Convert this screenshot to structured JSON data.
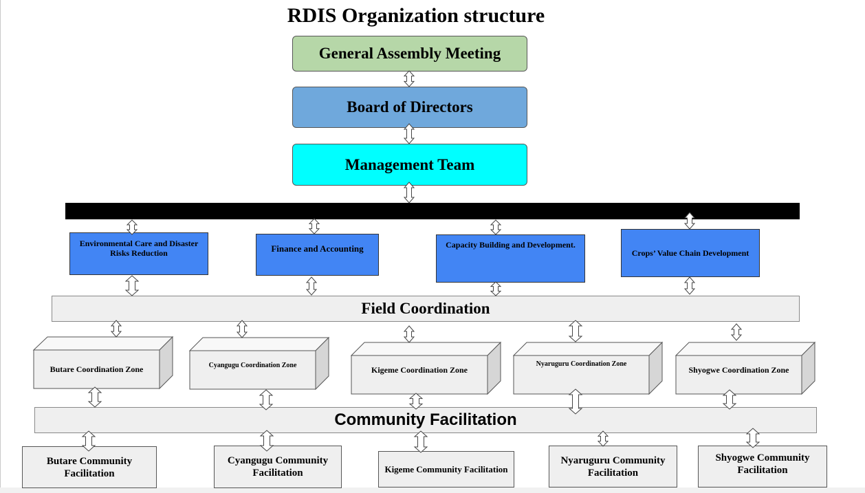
{
  "title": "RDIS Organization structure",
  "top": {
    "general_assembly": "General Assembly Meeting",
    "board": "Board of Directors",
    "management": "Management Team"
  },
  "departments": [
    "Environmental Care and Disaster Risks Reduction",
    "Finance and Accounting",
    "Capacity Building and Development.",
    "Crops’ Value Chain Development"
  ],
  "field_coordination": "Field Coordination",
  "zones": [
    "Butare Coordination Zone",
    "Cyangugu Coordination Zone",
    "Kigeme Coordination Zone",
    "Nyaruguru Coordination Zone",
    "Shyogwe Coordination Zone"
  ],
  "community_facilitation": "Community Facilitation",
  "facilitations": [
    "Butare Community Facilitation",
    "Cyangugu Community Facilitation",
    "Kigeme Community Facilitation",
    "Nyaruguru Community Facilitation",
    "Shyogwe Community Facilitation"
  ],
  "colors": {
    "general_assembly": "#b6d7a8",
    "board": "#6fa8dc",
    "management": "#00ffff",
    "department": "#4285f4",
    "band": "#efefef"
  }
}
